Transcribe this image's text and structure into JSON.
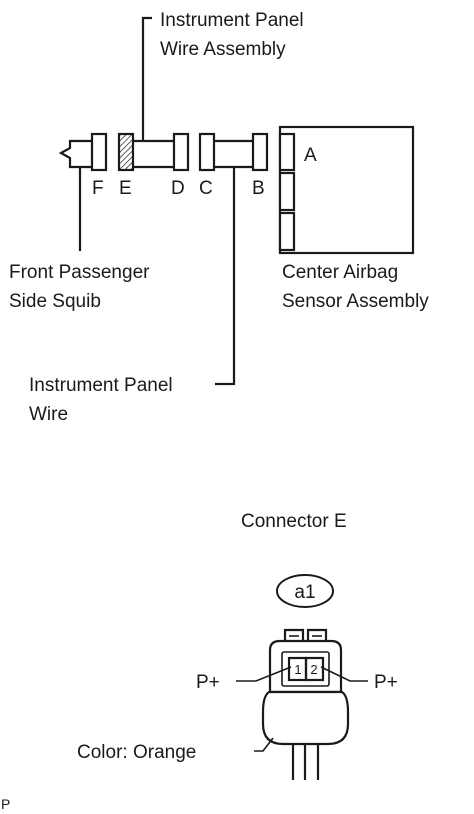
{
  "labels": {
    "ip_wire_assembly_1": "Instrument Panel",
    "ip_wire_assembly_2": "Wire Assembly",
    "connector_a": "A",
    "connector_b": "B",
    "connector_c": "C",
    "connector_d": "D",
    "connector_e": "E",
    "connector_f": "F",
    "squib_1": "Front Passenger",
    "squib_2": "Side Squib",
    "sensor_1": "Center Airbag",
    "sensor_2": "Sensor Assembly",
    "ip_wire_1": "Instrument Panel",
    "ip_wire_2": "Wire"
  },
  "connector_view": {
    "title_prefix": "Connector ",
    "title_letter": "E",
    "code": "a1",
    "pin_1": "1",
    "pin_2": "2",
    "left_terminal": "P+",
    "right_terminal": "P+",
    "color_label": "Color: Orange"
  },
  "footer": {
    "mark": "P"
  }
}
